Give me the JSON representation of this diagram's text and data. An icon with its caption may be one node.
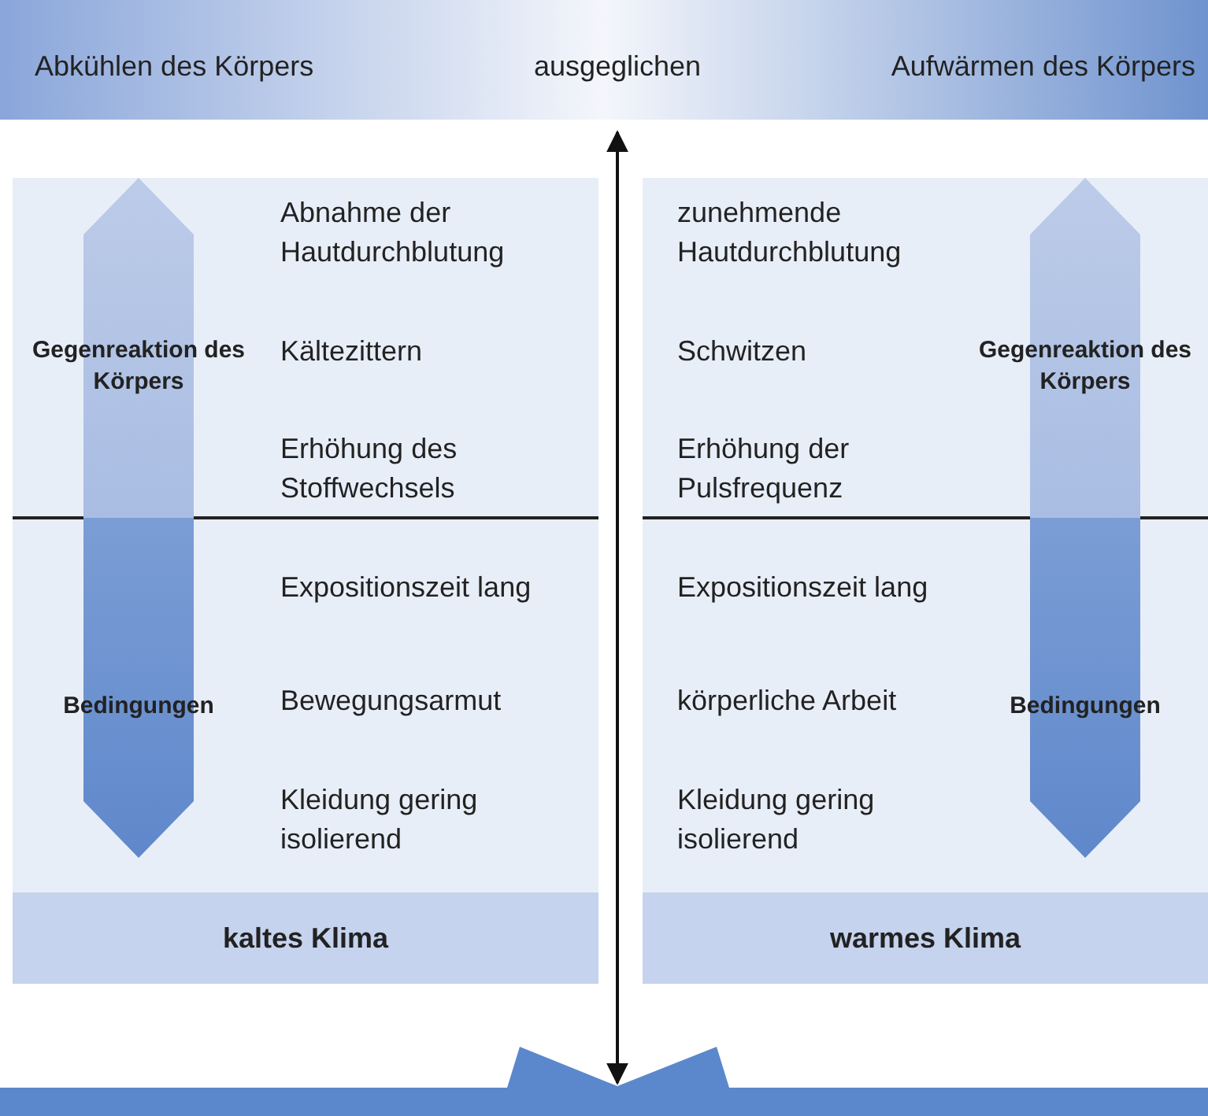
{
  "diagram": {
    "nodes": [
      {
        "text": [
          "Abkühlen des Körpers",
          "ausgeglichen",
          "Aufwärmen des Körpers"
        ]
      },
      {
        "text": [
          "Abnahme der Hautdurchblutung",
          "Kältezittern",
          "Erhöhung des Stoffwechsels",
          "Expositionszeit lang",
          "Bewegungsarmut",
          "Kleidung gering isolierend"
        ]
      },
      {
        "text": [
          "Gegenreaktion des Körpers",
          "Bedingungen"
        ],
        "in": 1
      },
      {
        "text": [
          "kaltes Klima"
        ],
        "in": 1
      },
      {
        "text": [
          "zunehmende Hautdurchblutung",
          "Schwitzen",
          "Erhöhung der Pulsfrequenz",
          "Expositionszeit lang",
          "körperliche Arbeit",
          "Kleidung gering isolierend"
        ]
      },
      {
        "text": [
          "Gegenreaktion des Körpers",
          "Bedingungen"
        ],
        "in": 4
      },
      {
        "text": [
          "warmes Klima"
        ],
        "in": 4
      }
    ],
    "edges": []
  }
}
